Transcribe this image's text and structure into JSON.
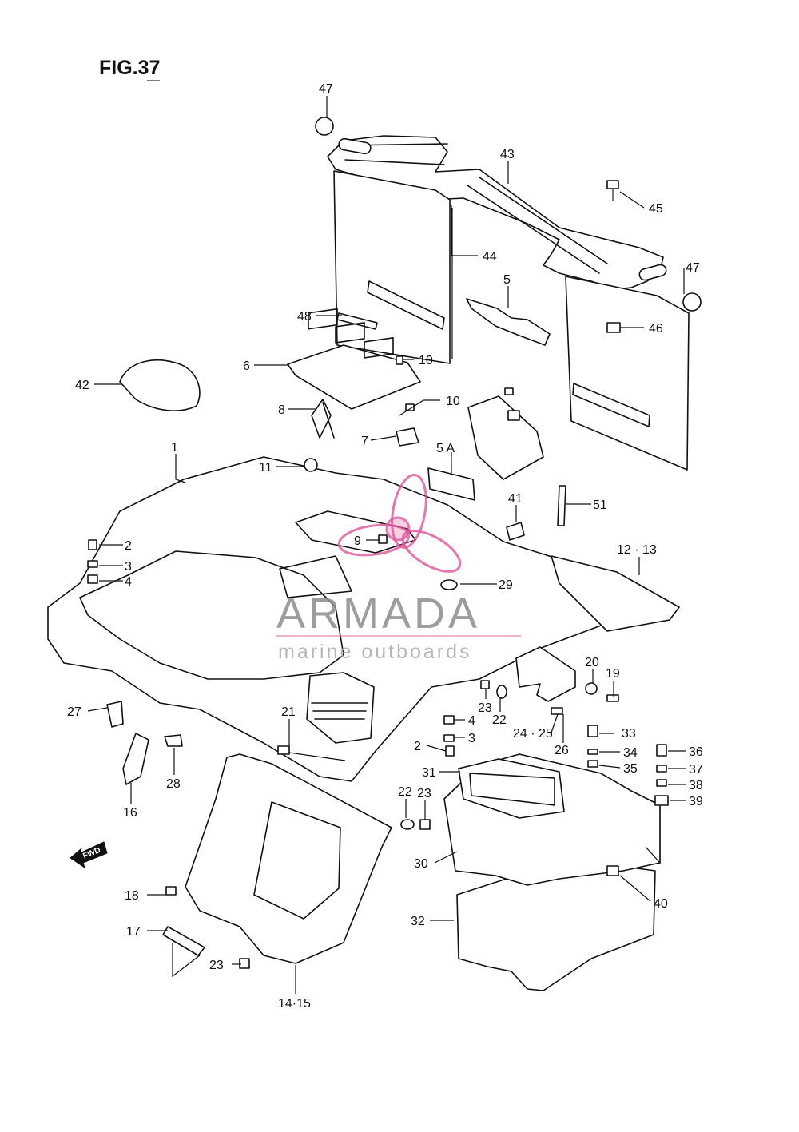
{
  "figure": {
    "title": "FIG.37"
  },
  "watermark": {
    "brand": "ARMADA",
    "tagline": "marine outboards",
    "accent_color": "#e0559a"
  },
  "fwd_arrow": {
    "label": "FWD"
  },
  "callouts": [
    {
      "id": "c47a",
      "text": "47"
    },
    {
      "id": "c43",
      "text": "43"
    },
    {
      "id": "c45",
      "text": "45"
    },
    {
      "id": "c44",
      "text": "44"
    },
    {
      "id": "c47b",
      "text": "47"
    },
    {
      "id": "c5",
      "text": "5"
    },
    {
      "id": "c48",
      "text": "48"
    },
    {
      "id": "c46",
      "text": "46"
    },
    {
      "id": "c10a",
      "text": "10"
    },
    {
      "id": "c6",
      "text": "6"
    },
    {
      "id": "c42",
      "text": "42"
    },
    {
      "id": "c10b",
      "text": "10"
    },
    {
      "id": "c8",
      "text": "8"
    },
    {
      "id": "c7",
      "text": "7"
    },
    {
      "id": "c1",
      "text": "1"
    },
    {
      "id": "c5A",
      "text": "5 A"
    },
    {
      "id": "c11",
      "text": "11"
    },
    {
      "id": "c41",
      "text": "41"
    },
    {
      "id": "c51",
      "text": "51"
    },
    {
      "id": "c2a",
      "text": "2"
    },
    {
      "id": "c9",
      "text": "9"
    },
    {
      "id": "c1213",
      "text": "12 · 13"
    },
    {
      "id": "c3a",
      "text": "3"
    },
    {
      "id": "c29",
      "text": "29"
    },
    {
      "id": "c4a",
      "text": "4"
    },
    {
      "id": "c20",
      "text": "20"
    },
    {
      "id": "c19",
      "text": "19"
    },
    {
      "id": "c23a",
      "text": "23"
    },
    {
      "id": "c22a",
      "text": "22"
    },
    {
      "id": "c27",
      "text": "27"
    },
    {
      "id": "c21",
      "text": "21"
    },
    {
      "id": "c4b",
      "text": "4"
    },
    {
      "id": "c2425",
      "text": "24 · 25"
    },
    {
      "id": "c33",
      "text": "33"
    },
    {
      "id": "c3b",
      "text": "3"
    },
    {
      "id": "c26",
      "text": "26"
    },
    {
      "id": "c2b",
      "text": "2"
    },
    {
      "id": "c34",
      "text": "34"
    },
    {
      "id": "c36",
      "text": "36"
    },
    {
      "id": "c35",
      "text": "35"
    },
    {
      "id": "c37",
      "text": "37"
    },
    {
      "id": "c28",
      "text": "28"
    },
    {
      "id": "c31",
      "text": "31"
    },
    {
      "id": "c38",
      "text": "38"
    },
    {
      "id": "c39",
      "text": "39"
    },
    {
      "id": "c22b",
      "text": "22"
    },
    {
      "id": "c23b",
      "text": "23"
    },
    {
      "id": "c16",
      "text": "16"
    },
    {
      "id": "c30",
      "text": "30"
    },
    {
      "id": "c18",
      "text": "18"
    },
    {
      "id": "c40",
      "text": "40"
    },
    {
      "id": "c32",
      "text": "32"
    },
    {
      "id": "c17",
      "text": "17"
    },
    {
      "id": "c23c",
      "text": "23"
    },
    {
      "id": "c1415",
      "text": "14·15"
    }
  ]
}
